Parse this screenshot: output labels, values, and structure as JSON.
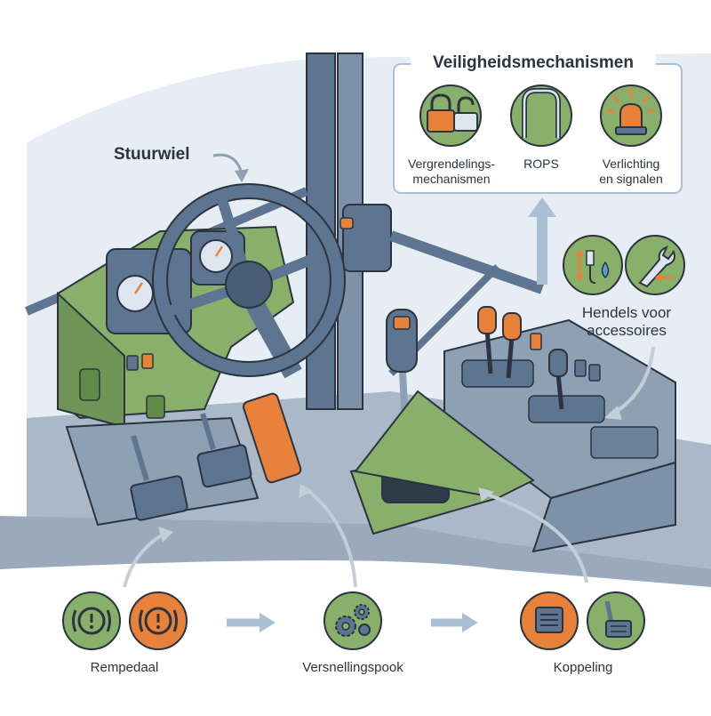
{
  "labels": {
    "steering_wheel": "Stuurwiel",
    "accessory_levers_line1": "Hendels voor",
    "accessory_levers_line2": "accessoires"
  },
  "safety_panel": {
    "title": "Veiligheidsmechanismen",
    "items": [
      {
        "line1": "Vergrendelings-",
        "line2": "mechanismen",
        "icon": "padlock-icon"
      },
      {
        "line1": "ROPS",
        "line2": "",
        "icon": "rops-frame-icon"
      },
      {
        "line1": "Verlichting",
        "line2": "en signalen",
        "icon": "warning-beacon-icon"
      }
    ]
  },
  "bottom_row": [
    {
      "label": "Rempedaal",
      "icons": [
        "brake-warning-icon",
        "brake-warning-icon"
      ]
    },
    {
      "label": "Versnellingspook",
      "icons": [
        "gears-icon"
      ]
    },
    {
      "label": "Koppeling",
      "icons": [
        "pedal-icon",
        "clutch-pedal-icon"
      ]
    }
  ],
  "colors": {
    "green": "#88b06a",
    "dark_green": "#5f8a48",
    "orange": "#e8823a",
    "blue_gray": "#5d7590",
    "light_blue": "#dde6ef",
    "outline": "#2b3440"
  }
}
